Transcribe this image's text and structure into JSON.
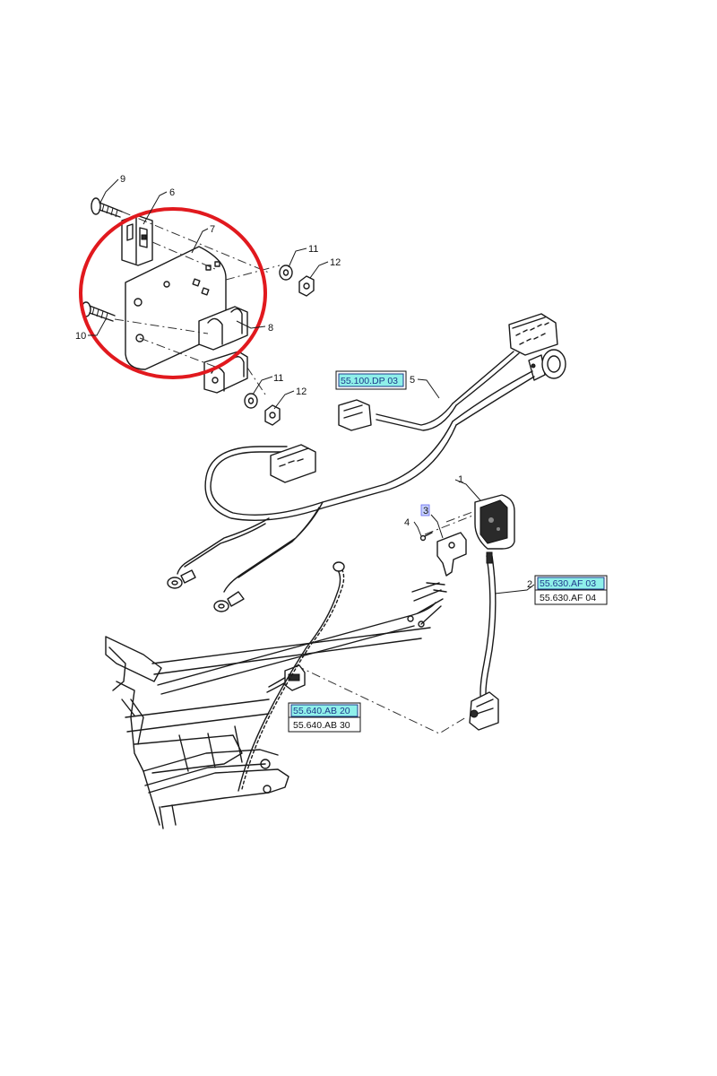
{
  "callouts": {
    "c1": "1",
    "c2": "2",
    "c3": "3",
    "c4": "4",
    "c5": "5",
    "c6": "6",
    "c7": "7",
    "c8": "8",
    "c9": "9",
    "c10": "10",
    "c11a": "11",
    "c11b": "11",
    "c12a": "12",
    "c12b": "12"
  },
  "references": {
    "ref_5": "55.100.DP 03",
    "ref_2_top": "55.630.AF 03",
    "ref_2_bottom": "55.630.AF 04",
    "ref_harness_top": "55.640.AB 20",
    "ref_harness_bottom": "55.640.AB 30"
  },
  "colors": {
    "highlight_circle": "#e1191e",
    "reference_highlight": "#8ff0ea",
    "callout_highlight": "#c7d2fe"
  }
}
